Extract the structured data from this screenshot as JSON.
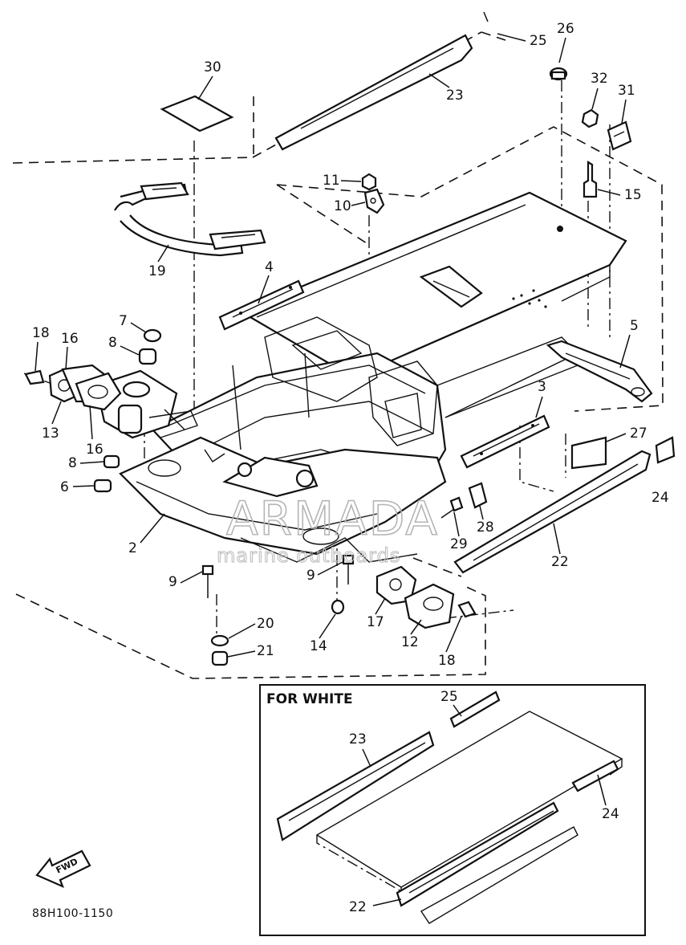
{
  "diagram": {
    "part_numbers": [
      "2",
      "3",
      "4",
      "5",
      "6",
      "7",
      "8",
      "8",
      "9",
      "9",
      "10",
      "11",
      "12",
      "13",
      "14",
      "15",
      "16",
      "16",
      "17",
      "18",
      "18",
      "19",
      "20",
      "21",
      "22",
      "23",
      "24",
      "25",
      "26",
      "27",
      "28",
      "29",
      "30",
      "31",
      "32"
    ],
    "inset_part_numbers": [
      "22",
      "23",
      "24",
      "25"
    ],
    "inset_title": "FOR WHITE",
    "arrow_label": "FWD",
    "diagram_code": "88H100-1150"
  },
  "watermark": {
    "name": "ARMADA",
    "tagline": "marine outboards",
    "logo_color": "#e8a0c8"
  }
}
